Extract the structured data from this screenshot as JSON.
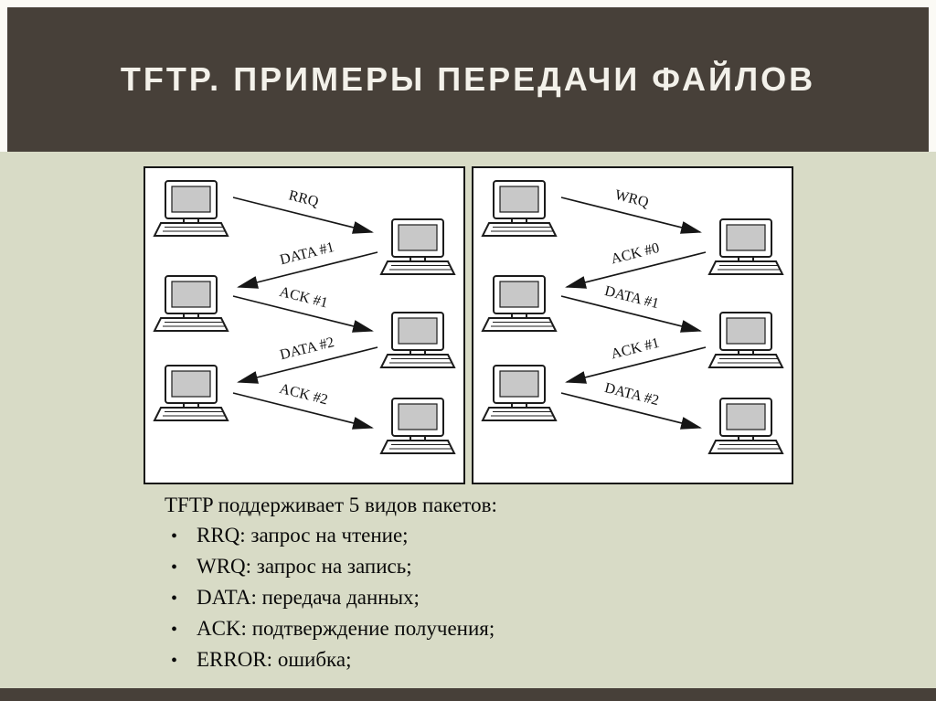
{
  "slide": {
    "title": "TFTP. ПРИМЕРЫ ПЕРЕДАЧИ ФАЙЛОВ"
  },
  "diagram": {
    "read_panel": {
      "messages": [
        {
          "label": "RRQ",
          "direction": "client-to-server"
        },
        {
          "label": "DATA #1",
          "direction": "server-to-client"
        },
        {
          "label": "ACK #1",
          "direction": "client-to-server"
        },
        {
          "label": "DATA #2",
          "direction": "server-to-client"
        },
        {
          "label": "ACK #2",
          "direction": "client-to-server"
        }
      ]
    },
    "write_panel": {
      "messages": [
        {
          "label": "WRQ",
          "direction": "client-to-server"
        },
        {
          "label": "ACK #0",
          "direction": "server-to-client"
        },
        {
          "label": "DATA #1",
          "direction": "client-to-server"
        },
        {
          "label": "ACK #1",
          "direction": "server-to-client"
        },
        {
          "label": "DATA #2",
          "direction": "client-to-server"
        }
      ]
    }
  },
  "notes": {
    "intro": "TFTP поддерживает 5 видов пакетов:",
    "bullet_char": "•",
    "items": [
      "RRQ: запрос на чтение;",
      "WRQ: запрос на запись;",
      "DATA: передача данных;",
      "ACK: подтверждение получения;",
      "ERROR: ошибка;"
    ]
  },
  "colors": {
    "band": "#474039",
    "title_text": "#f3f1ea",
    "content_bg": "#d8dbc6",
    "panel_bg": "#ffffff",
    "diagram_ink": "#161616"
  }
}
